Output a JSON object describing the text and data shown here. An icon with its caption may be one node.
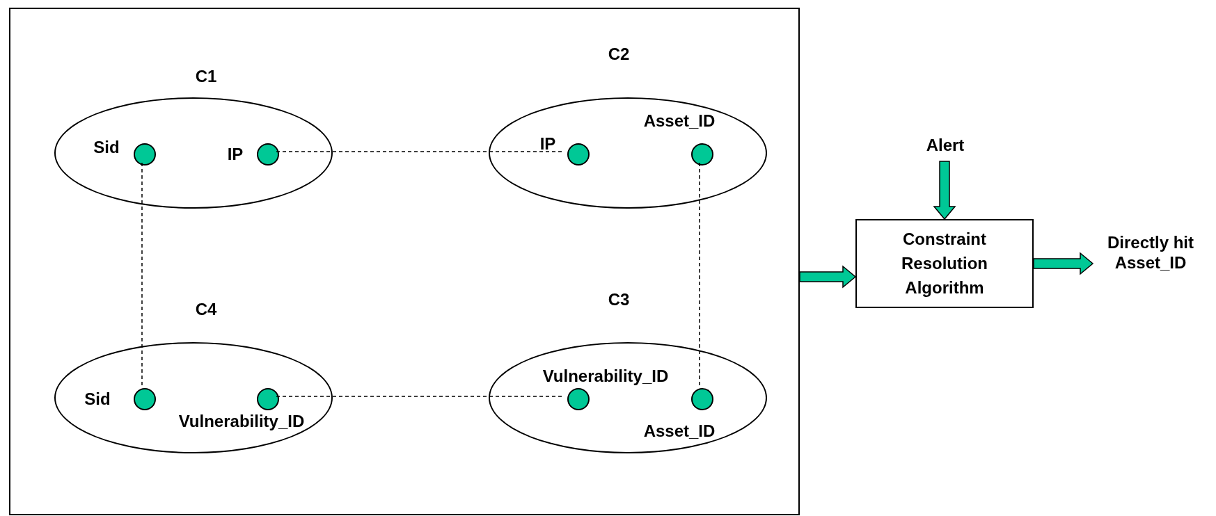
{
  "diagram": {
    "nodes": [
      {
        "text": [],
        "shape": "box"
      },
      {
        "text": [
          "C1"
        ],
        "in": 0
      },
      {
        "text": [],
        "shape": "circle",
        "beside": [
          "Sid"
        ],
        "in": 1
      },
      {
        "text": [],
        "shape": "circle",
        "beside": [
          "IP"
        ],
        "in": 1
      },
      {
        "text": [
          "C2"
        ],
        "in": 0
      },
      {
        "text": [],
        "shape": "circle",
        "beside": [
          "IP"
        ],
        "in": 4
      },
      {
        "text": [],
        "shape": "circle",
        "beside": [
          "Asset_ID"
        ],
        "in": 4
      },
      {
        "text": [
          "C4"
        ],
        "in": 0
      },
      {
        "text": [],
        "shape": "circle",
        "beside": [
          "Sid"
        ],
        "in": 7
      },
      {
        "text": [],
        "shape": "circle",
        "beside": [
          "Vulnerability_ID"
        ],
        "in": 7
      },
      {
        "text": [
          "C3"
        ],
        "in": 0
      },
      {
        "text": [],
        "shape": "circle",
        "beside": [
          "Vulnerability_ID"
        ],
        "in": 10
      },
      {
        "text": [],
        "shape": "circle",
        "beside": [
          "Asset_ID"
        ],
        "in": 10
      },
      {
        "text": [
          "Alert"
        ]
      },
      {
        "text": [
          "Constraint Resolution Algorithm"
        ]
      },
      {
        "text": [
          "Directly hit Asset_ID"
        ]
      }
    ],
    "edges": [
      {
        "from": 3,
        "to": 5,
        "arrow": "none",
        "style": "dashed"
      },
      {
        "from": 2,
        "to": 8,
        "arrow": "none",
        "style": "dashed"
      },
      {
        "from": 6,
        "to": 12,
        "arrow": "none",
        "style": "dashed"
      },
      {
        "from": 9,
        "to": 11,
        "arrow": "none",
        "style": "dashed"
      },
      {
        "from": 0,
        "to": 14,
        "arrow": "to",
        "style": "thick",
        "color": "#00c896"
      },
      {
        "from": 13,
        "to": 14,
        "arrow": "to",
        "style": "thick",
        "color": "#00c896"
      },
      {
        "from": 14,
        "to": 15,
        "arrow": "to",
        "style": "thick",
        "color": "#00c896"
      }
    ]
  }
}
